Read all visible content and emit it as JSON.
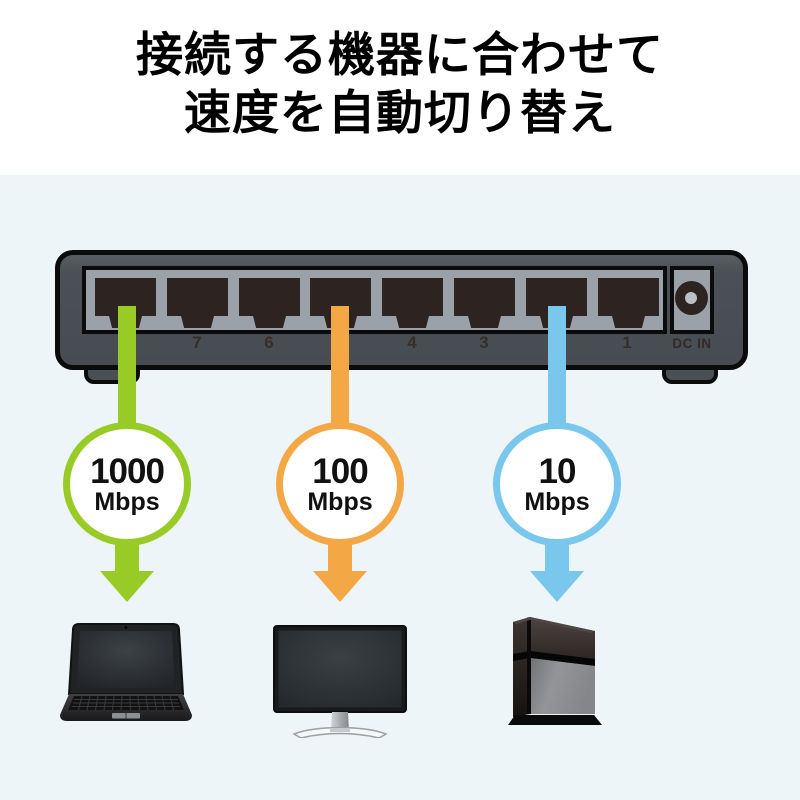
{
  "title": {
    "line1": "接続する機器に合わせて",
    "line2": "速度を自動切り替え"
  },
  "switch": {
    "port_labels": [
      "",
      "7",
      "6",
      "",
      "4",
      "3",
      "",
      "1"
    ],
    "dc_in_label": "DC IN"
  },
  "speed_columns": [
    {
      "value": "1000",
      "unit": "Mbps",
      "color": "#98cb26",
      "target_device": "laptop"
    },
    {
      "value": "100",
      "unit": "Mbps",
      "color": "#f4a845",
      "target_device": "desktop-monitor"
    },
    {
      "value": "10",
      "unit": "Mbps",
      "color": "#79c7ed",
      "target_device": "game-console"
    }
  ],
  "colors": {
    "background_top": "#ffffff",
    "background_main": "#edf5f8",
    "switch_body": "#4a4e55",
    "port_panel": "#9ba1a9",
    "port": "#2d2320",
    "circle_fill": "#ffffff",
    "title_text": "#000000"
  }
}
